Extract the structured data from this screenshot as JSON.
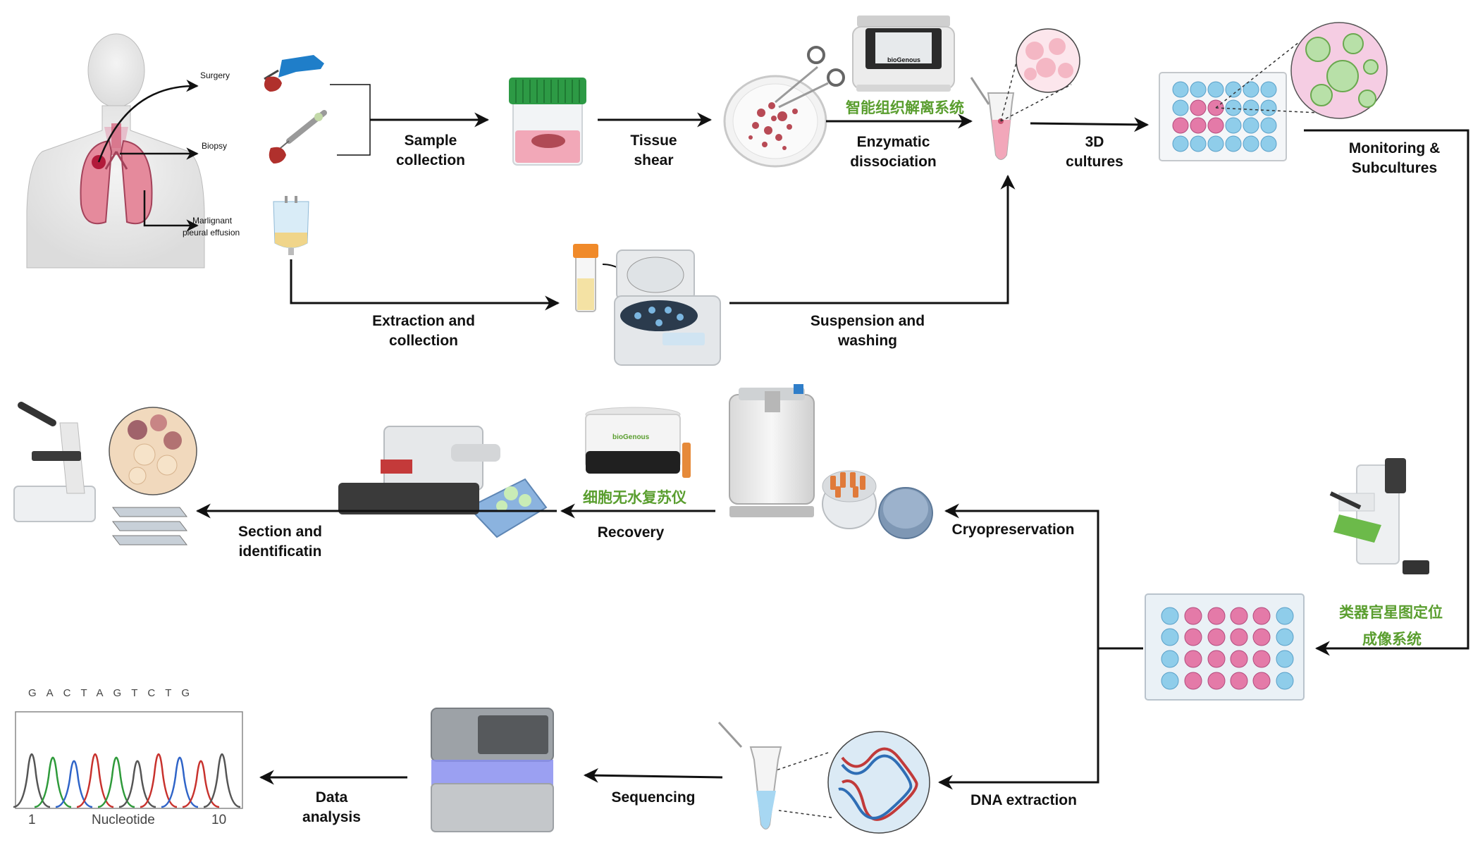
{
  "sources": {
    "surgery": "Surgery",
    "biopsy": "Biopsy",
    "effusion_line1": "Marlignant",
    "effusion_line2": "pleural effusion"
  },
  "steps": {
    "sample_collection": {
      "line1": "Sample",
      "line2": "collection"
    },
    "tissue_shear": {
      "line1": "Tissue",
      "line2": "shear"
    },
    "enzymatic": {
      "line1": "Enzymatic",
      "line2": "dissociation"
    },
    "cultures_3d": {
      "line1": "3D",
      "line2": "cultures"
    },
    "monitoring": {
      "line1": "Monitoring &",
      "line2": "Subcultures"
    },
    "extraction": {
      "line1": "Extraction and",
      "line2": "collection"
    },
    "suspension": {
      "line1": "Suspension and",
      "line2": "washing"
    },
    "section": {
      "line1": "Section and",
      "line2": "identificatin"
    },
    "recovery": "Recovery",
    "cryopreservation": "Cryopreservation",
    "dna_extraction": "DNA extraction",
    "sequencing": "Sequencing",
    "data_analysis": {
      "line1": "Data",
      "line2": "analysis"
    }
  },
  "cn_labels": {
    "tissue_dissociation_system": "智能组织解离系统",
    "cell_thawer": "细胞无水复苏仪",
    "organoid_imaging_line1": "类器官星图定位",
    "organoid_imaging_line2": "成像系统"
  },
  "brand": "bioGenous",
  "chromatogram": {
    "sequence": "GACTAGTCTG",
    "x_start": "1",
    "x_label": "Nucleotide",
    "x_end": "10"
  },
  "colors": {
    "accent_green": "#5a9e2f",
    "organoid_pink": "#e47aa8",
    "well_blue": "#8fcdea",
    "arrow": "#111111"
  }
}
